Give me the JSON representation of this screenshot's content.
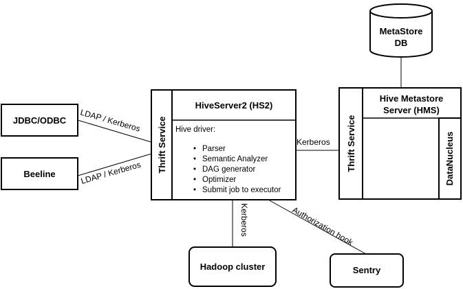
{
  "nodes": {
    "jdbc": {
      "label": "JDBC/ODBC"
    },
    "beeline": {
      "label": "Beeline"
    },
    "hs2_thrift": {
      "label": "Thrift Service"
    },
    "hs2": {
      "title": "HiveServer2 (HS2)",
      "driver_heading": "Hive driver:",
      "driver_items": [
        "Parser",
        "Semantic Analyzer",
        "DAG generator",
        "Optimizer",
        "Submit job to executor"
      ]
    },
    "hms_thrift": {
      "label": "Thrift Service"
    },
    "hms": {
      "title_line1": "Hive Metastore",
      "title_line2": "Server (HMS)",
      "datanucleus": "DataNucleus"
    },
    "metastore_db": {
      "line1": "MetaStore",
      "line2": "DB"
    },
    "hadoop": {
      "label": "Hadoop cluster"
    },
    "sentry": {
      "label": "Sentry"
    }
  },
  "edges": {
    "jdbc_hs2": "LDAP / Kerberos",
    "beeline_hs2": "LDAP / Kerberos",
    "hs2_hms": "Kerberos",
    "hs2_hadoop": "Kerberos",
    "hs2_sentry": "Authorization hook"
  },
  "bullet": "•"
}
